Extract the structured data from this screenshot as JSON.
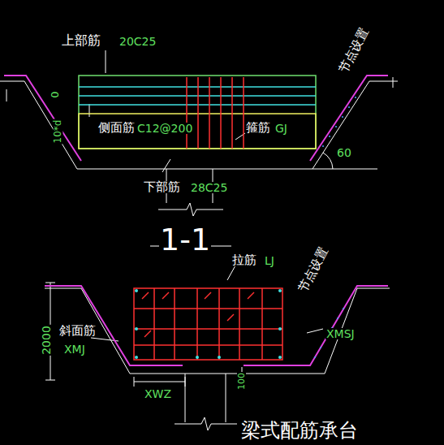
{
  "diagram": {
    "caption": "梁式配筋承台",
    "labels": [
      "上部筋",
      "20C25",
      "节点设置",
      "0",
      "10*d",
      "侧面筋",
      "C12@200",
      "箍筋",
      "GJ",
      "60",
      "下部筋",
      "28C25",
      "1-1",
      "拉筋",
      "LJ",
      "节点设置",
      "2000",
      "斜面筋",
      "XMJ",
      "XMSJ",
      "100",
      "XWZ"
    ]
  }
}
